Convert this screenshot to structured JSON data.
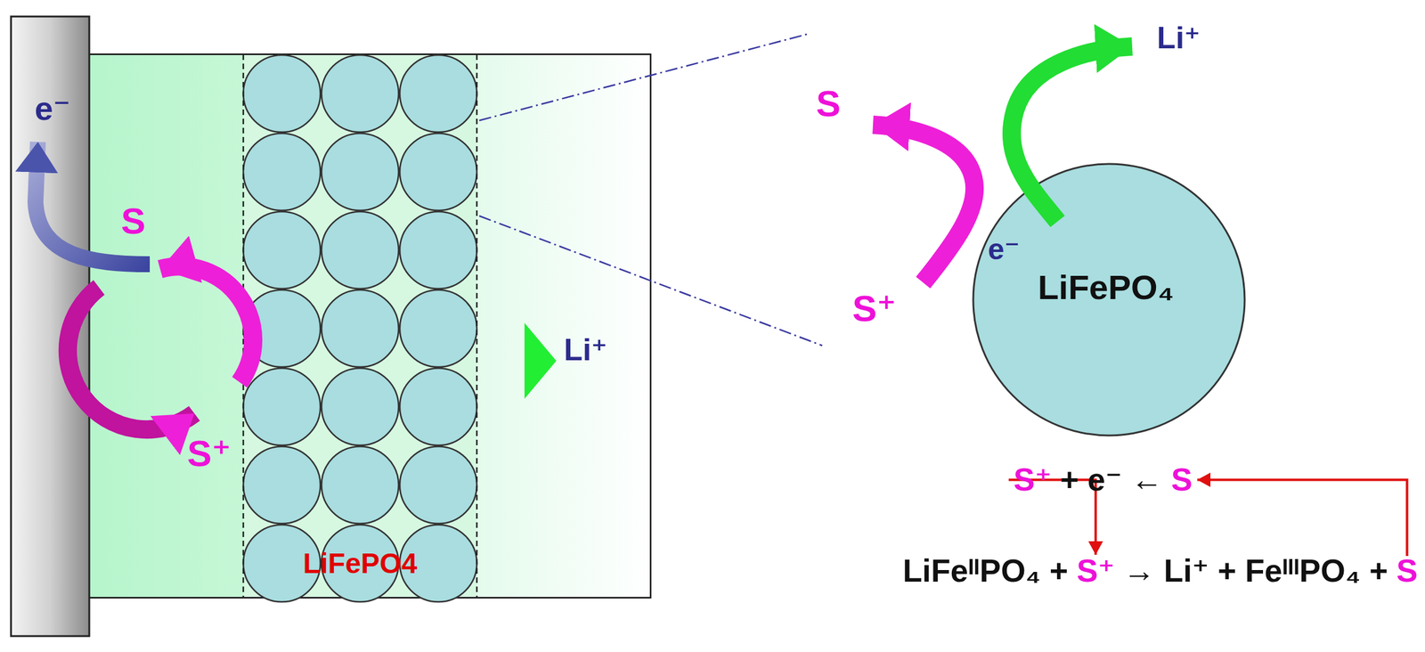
{
  "diagram": {
    "nodes": [
      {
        "text": [
          "LiFePO4"
        ]
      },
      {
        "text": [
          "LiFePO₄"
        ]
      }
    ],
    "labels": [
      "e⁻",
      "S",
      "S⁺",
      "Li⁺",
      "S",
      "S⁺",
      "Li⁺",
      "e⁻",
      "S⁺",
      "+ e⁻ ←",
      "S",
      "LiFeᴵᴵPO₄ +",
      "S⁺",
      "→ Li⁺ + FeᴵᴵᴵPO₄ +",
      "S"
    ]
  }
}
